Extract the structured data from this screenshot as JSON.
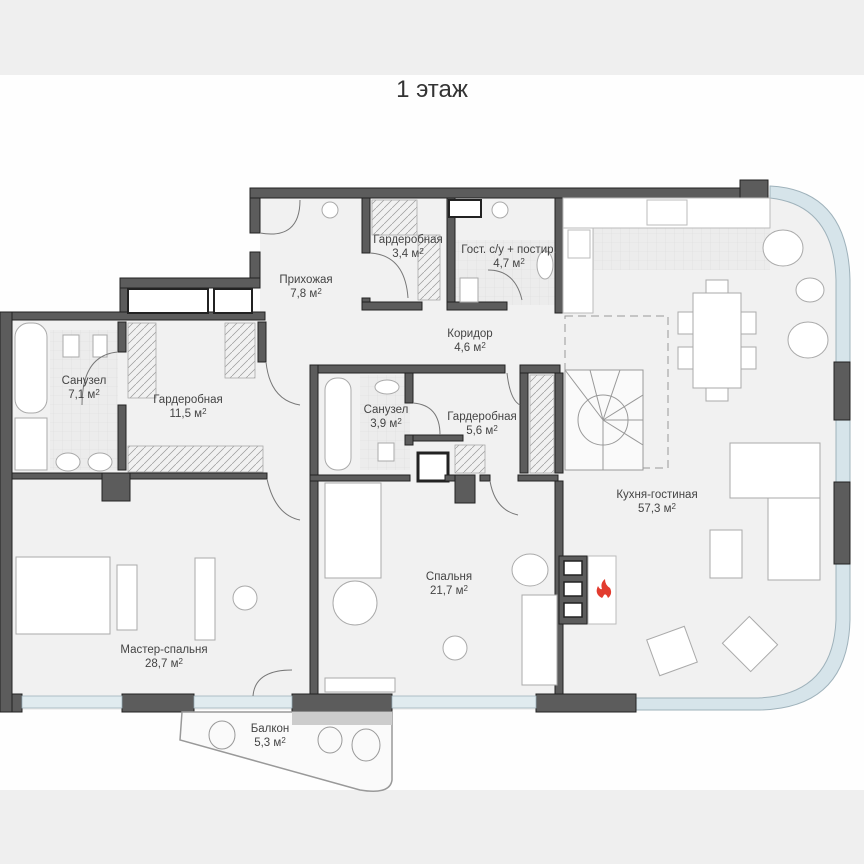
{
  "plan": {
    "title": "1 этаж",
    "unit": "м",
    "unit_power": "2",
    "colors": {
      "background": "#efefef",
      "canvas": "#fefefe",
      "floor": "#f1f1f1",
      "wall": "#5c5c5c",
      "wall_outline": "#222222",
      "glass": "#d6e4ea",
      "tile": "#e6e6e6",
      "fire": "#e23b2e",
      "text": "#444444"
    },
    "rooms": [
      {
        "id": "hallway",
        "name": "Прихожая",
        "area": "7,8"
      },
      {
        "id": "wardrobe-1",
        "name": "Гардеробная",
        "area": "3,4"
      },
      {
        "id": "guest-wc",
        "name": "Гост. с/у + постир.",
        "area": "4,7"
      },
      {
        "id": "corridor",
        "name": "Коридор",
        "area": "4,6"
      },
      {
        "id": "bathroom-1",
        "name": "Санузел",
        "area": "7,1"
      },
      {
        "id": "wardrobe-2",
        "name": "Гардеробная",
        "area": "11,5"
      },
      {
        "id": "bathroom-2",
        "name": "Санузел",
        "area": "3,9"
      },
      {
        "id": "wardrobe-3",
        "name": "Гардеробная",
        "area": "5,6"
      },
      {
        "id": "kitchen-living",
        "name": "Кухня-гостиная",
        "area": "57,3"
      },
      {
        "id": "master-bedroom",
        "name": "Мастер-спальня",
        "area": "28,7"
      },
      {
        "id": "bedroom",
        "name": "Спальня",
        "area": "21,7"
      },
      {
        "id": "balcony",
        "name": "Балкон",
        "area": "5,3"
      }
    ],
    "icons": {
      "fireplace": "fire-icon"
    }
  }
}
